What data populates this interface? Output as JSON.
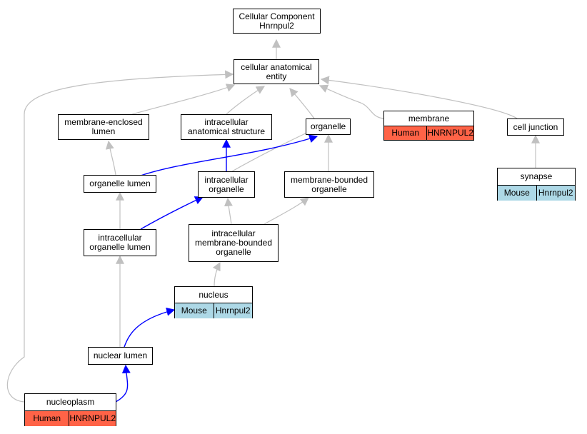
{
  "colors": {
    "edge_gray": "#c0c0c0",
    "edge_blue": "#0000ff",
    "human_fill": "#ff6347",
    "mouse_fill": "#add8e6"
  },
  "nodes": {
    "root": "Cellular Component\nHnrnpul2",
    "cellular_anatomical_entity": "cellular anatomical\nentity",
    "membrane_enclosed_lumen": "membrane-enclosed\nlumen",
    "intracellular_anatomical_structure": "intracellular\nanatomical structure",
    "organelle": "organelle",
    "cell_junction": "cell junction",
    "organelle_lumen": "organelle lumen",
    "intracellular_organelle": "intracellular\norganelle",
    "membrane_bounded_organelle": "membrane-bounded\norganelle",
    "intracellular_organelle_lumen": "intracellular\norganelle lumen",
    "intracellular_membrane_bounded_organelle": "intracellular\nmembrane-bounded\norganelle",
    "nuclear_lumen": "nuclear lumen"
  },
  "gene_nodes": {
    "membrane": {
      "title": "membrane",
      "species": "Human",
      "gene": "HNRNPUL2"
    },
    "synapse": {
      "title": "synapse",
      "species": "Mouse",
      "gene": "Hnrnpul2"
    },
    "nucleus": {
      "title": "nucleus",
      "species": "Mouse",
      "gene": "Hnrnpul2"
    },
    "nucleoplasm": {
      "title": "nucleoplasm",
      "species": "Human",
      "gene": "HNRNPUL2"
    }
  }
}
